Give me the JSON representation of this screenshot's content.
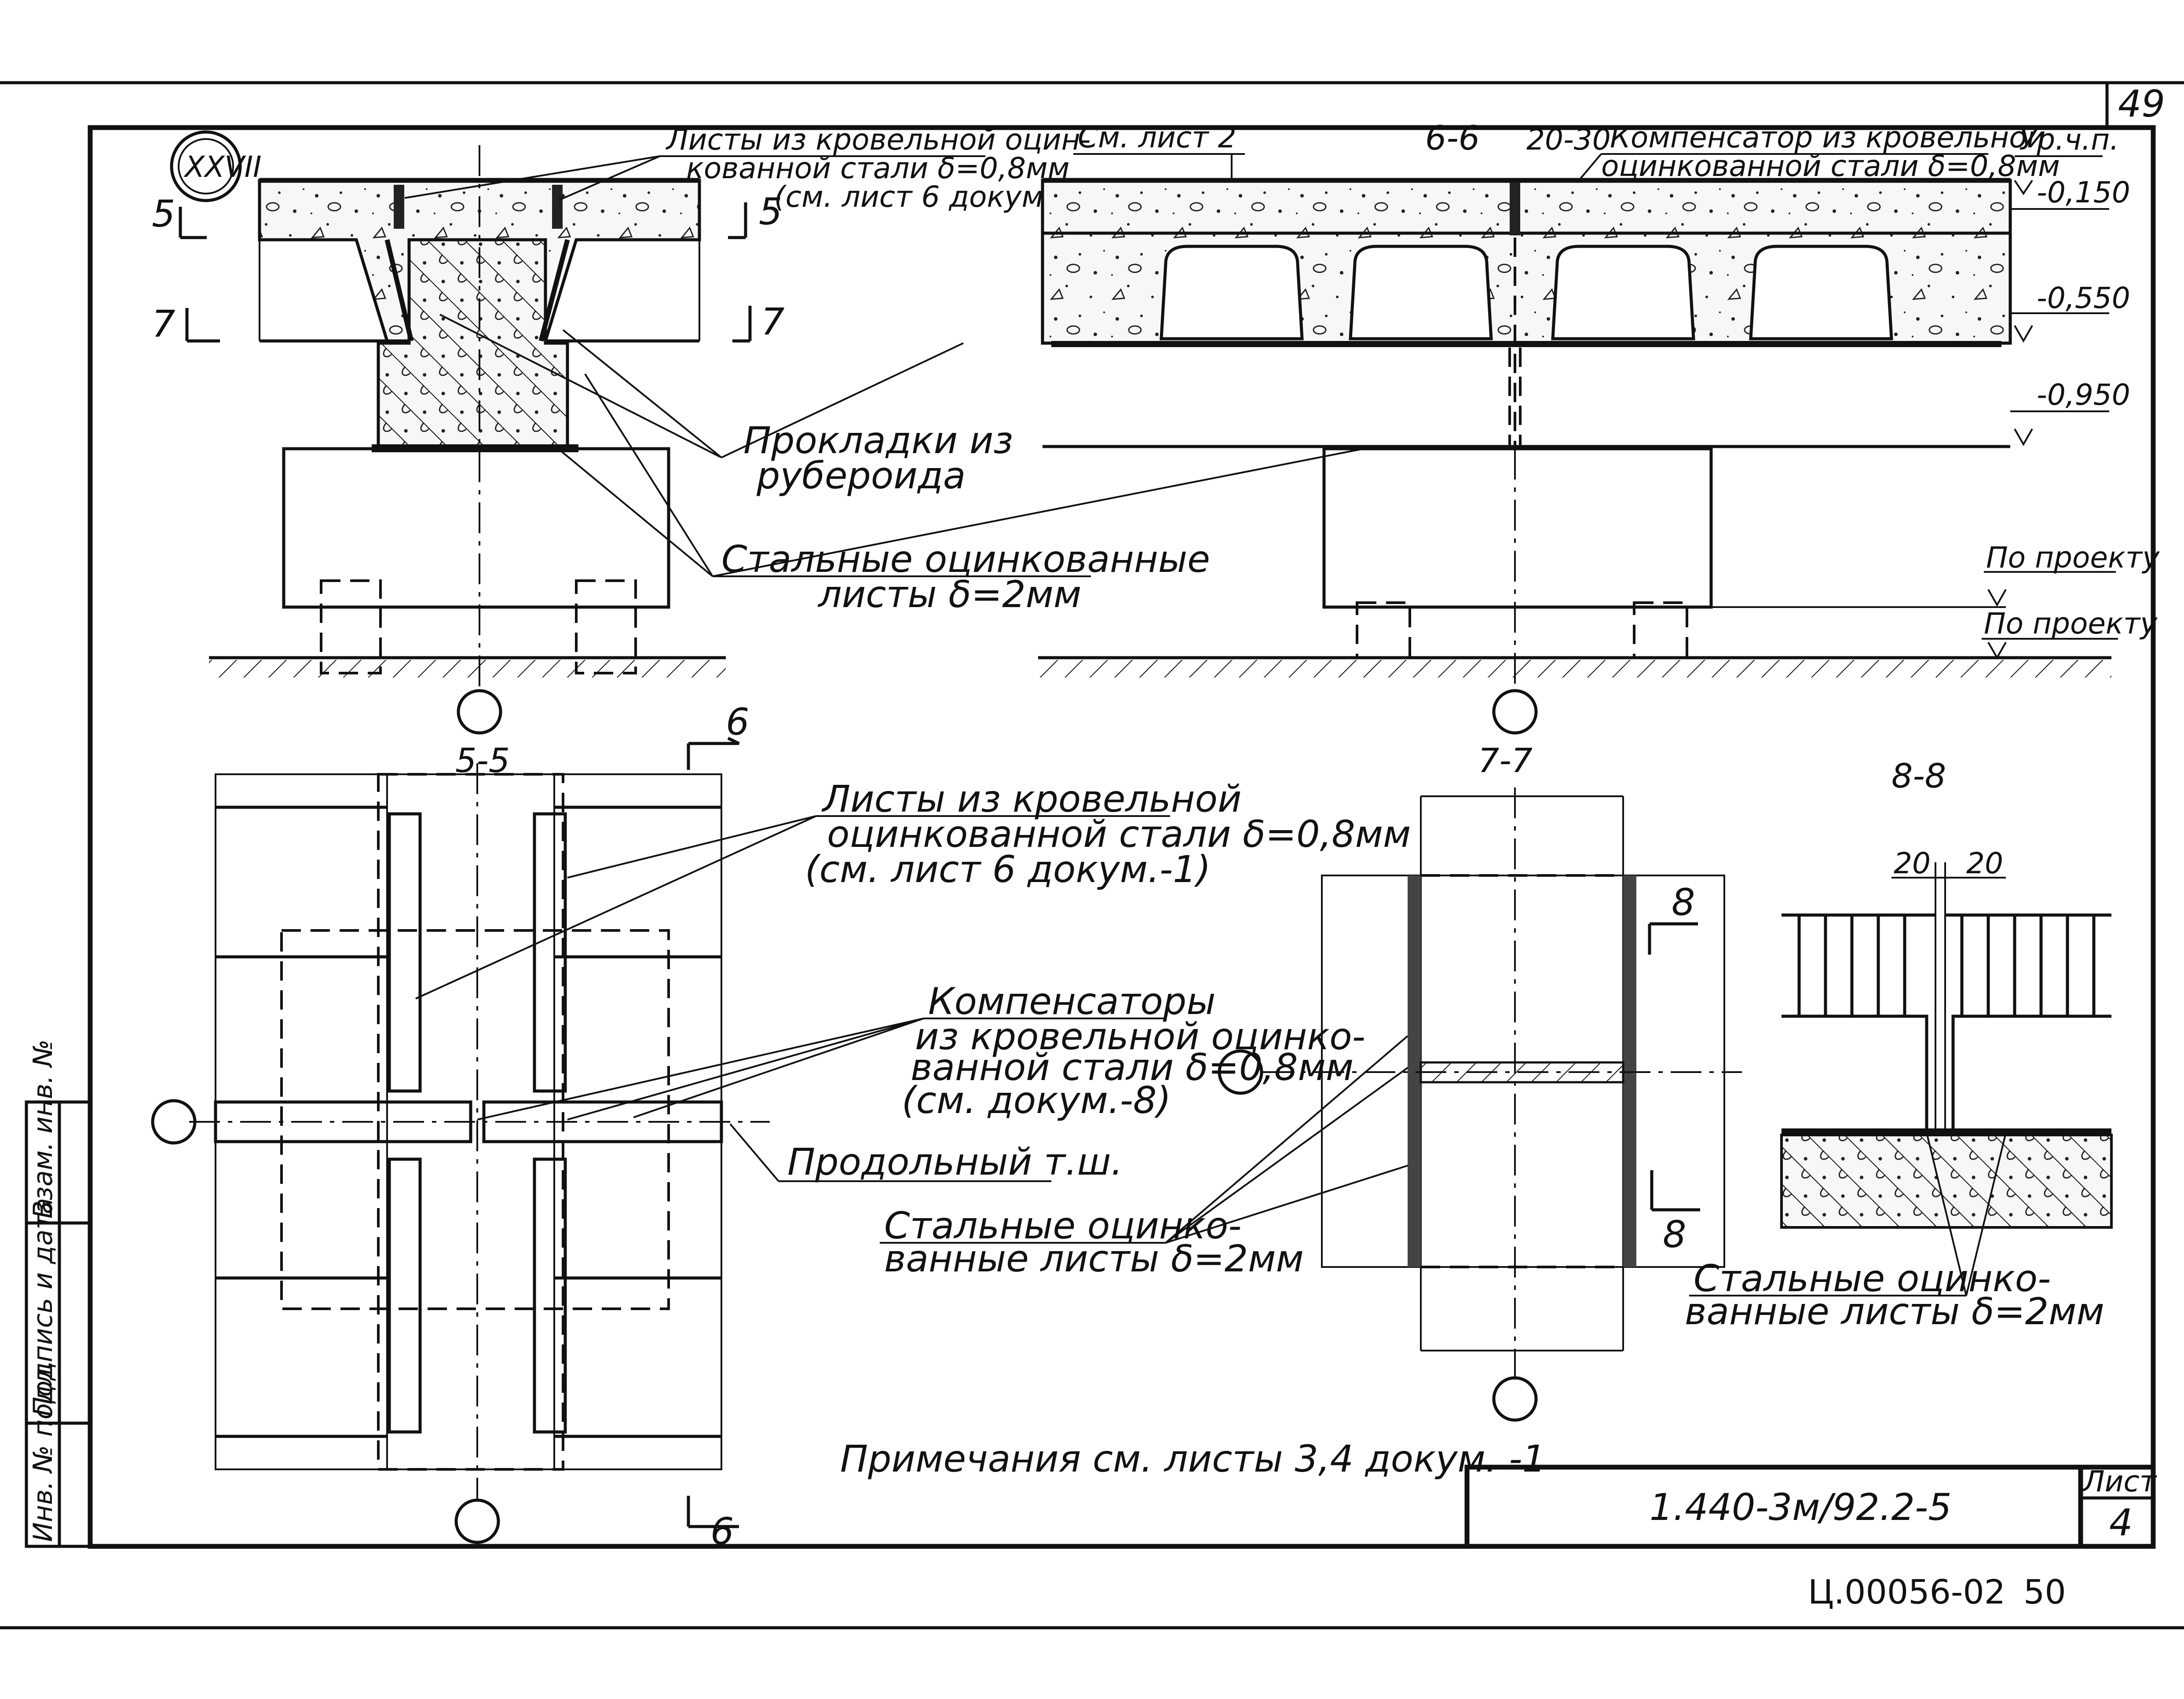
{
  "sheet": {
    "page_number_top": "49",
    "drawing_code": "1.440-3м/92.2-5",
    "sheet_label": "Лист",
    "sheet_number": "4",
    "archive_code": "Ц.00056-02",
    "archive_page": "50",
    "notes": "Примечания  см. листы 3,4 докум. -1",
    "side_stamp": [
      "Инв. № подл.",
      "Подпись и дата",
      "Взам. инв. №"
    ]
  },
  "view_top_left": {
    "node_mark": "XXVII",
    "cut_5_left": "5",
    "cut_5_right": "5",
    "cut_7_left": "7",
    "cut_7_right": "7",
    "callout_sheets": [
      "Листы из кровельной оцин-",
      "кованной стали δ=0,8мм",
      "(см. лист 6 докум.-1)"
    ],
    "callout_pads": [
      "Прокладки из",
      "рубероида"
    ],
    "callout_steel": [
      "Стальные оцинкованные",
      "листы δ=2мм"
    ]
  },
  "view_top_right": {
    "ref_label": "См. лист 2",
    "section_title": "6-6",
    "gap_dim": "20-30",
    "callout_comp": [
      "Компенсатор из кровельной",
      "оцинкованной стали δ=0,8мм"
    ],
    "level_title": "Ур.ч.п.",
    "levels": [
      "-0,150",
      "-0,550",
      "-0,950"
    ],
    "project_level_1": "По проекту",
    "project_level_2": "По проекту"
  },
  "view_5_5": {
    "title": "5-5",
    "cut_6_top": "6",
    "cut_6_bottom": "6",
    "callout_sheets": [
      "Листы из кровельной",
      "оцинкованной стали δ=0,8мм",
      "(см. лист 6 докум.-1)"
    ],
    "callout_comp": [
      "Компенсаторы",
      "из кровельной оцинко-",
      "ванной стали δ=0,8мм",
      "(см. докум.-8)"
    ],
    "callout_joint": "Продольный т.ш.",
    "callout_steel": [
      "Стальные оцинко-",
      "ванные листы δ=2мм"
    ]
  },
  "view_7_7": {
    "title": "7-7",
    "cut_8_top": "8",
    "cut_8_bottom": "8"
  },
  "view_8_8": {
    "title": "8-8",
    "dim_left": "20",
    "dim_right": "20",
    "callout_steel": [
      "Стальные оцинко-",
      "ванные листы δ=2мм"
    ]
  }
}
